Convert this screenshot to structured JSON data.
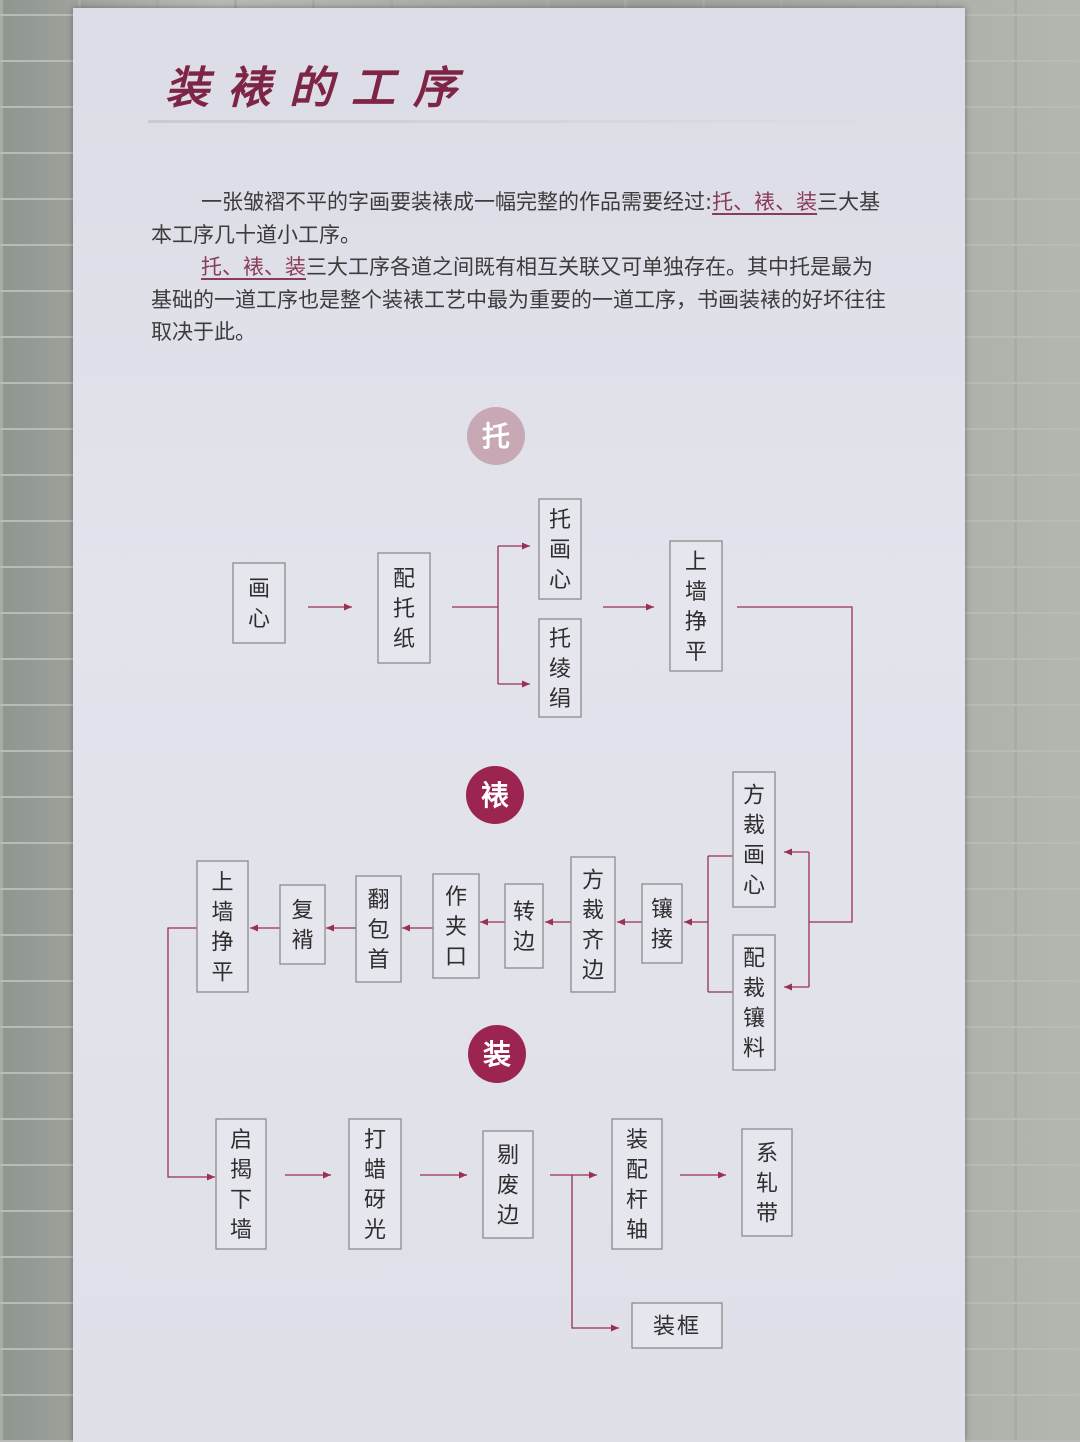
{
  "title": "装裱的工序",
  "intro": {
    "p1_before": "一张皱褶不平的字画要装裱成一幅完整的作品需要经过:",
    "p1_highlight": "托、裱、装",
    "p1_after": "三大基本工序几十道小工序。",
    "p2_highlight": "托、裱、装",
    "p2_after": "三大工序各道之间既有相互关联又可单独存在。其中托是最为基础的一道工序也是整个装裱工艺中最为重要的一道工序，书画装裱的好坏往往取决于此。"
  },
  "stages": [
    {
      "id": "tuo",
      "label": "托",
      "style": "light"
    },
    {
      "id": "biao",
      "label": "裱",
      "style": "dark"
    },
    {
      "id": "zhuang",
      "label": "装",
      "style": "dark"
    }
  ],
  "nodes": [
    {
      "id": "huaxin",
      "text": "画心"
    },
    {
      "id": "peituozhi",
      "text": "配托纸"
    },
    {
      "id": "tuohuaxin",
      "text": "托画心"
    },
    {
      "id": "tuolingjuan",
      "text": "托绫绢"
    },
    {
      "id": "shangqiang1",
      "text": "上墙挣平"
    },
    {
      "id": "fangcaihuaxin",
      "text": "方裁画心"
    },
    {
      "id": "peicaixiangliao",
      "text": "配裁镶料"
    },
    {
      "id": "xiangjie",
      "text": "镶接"
    },
    {
      "id": "fangcaiqibian",
      "text": "方裁齐边"
    },
    {
      "id": "zhuanbian",
      "text": "转边"
    },
    {
      "id": "zuojiakou",
      "text": "作夹口"
    },
    {
      "id": "fanbaoshou",
      "text": "翻包首"
    },
    {
      "id": "fubei",
      "text": "复褙"
    },
    {
      "id": "shangqiang2",
      "text": "上墙挣平"
    },
    {
      "id": "qijiexiaqiang",
      "text": "启揭下墙"
    },
    {
      "id": "dalayaguang",
      "text": "打蜡砑光"
    },
    {
      "id": "tifeibian",
      "text": "剔废边"
    },
    {
      "id": "zhuangpeiganzhou",
      "text": "装配杆轴"
    },
    {
      "id": "xizhadai",
      "text": "系轧带"
    },
    {
      "id": "zhuangkuang",
      "text": "装框"
    }
  ],
  "colors": {
    "accent": "#9b2450",
    "accent_light": "#c7a8b4",
    "title": "#7e2545",
    "text": "#3c3c3c"
  }
}
